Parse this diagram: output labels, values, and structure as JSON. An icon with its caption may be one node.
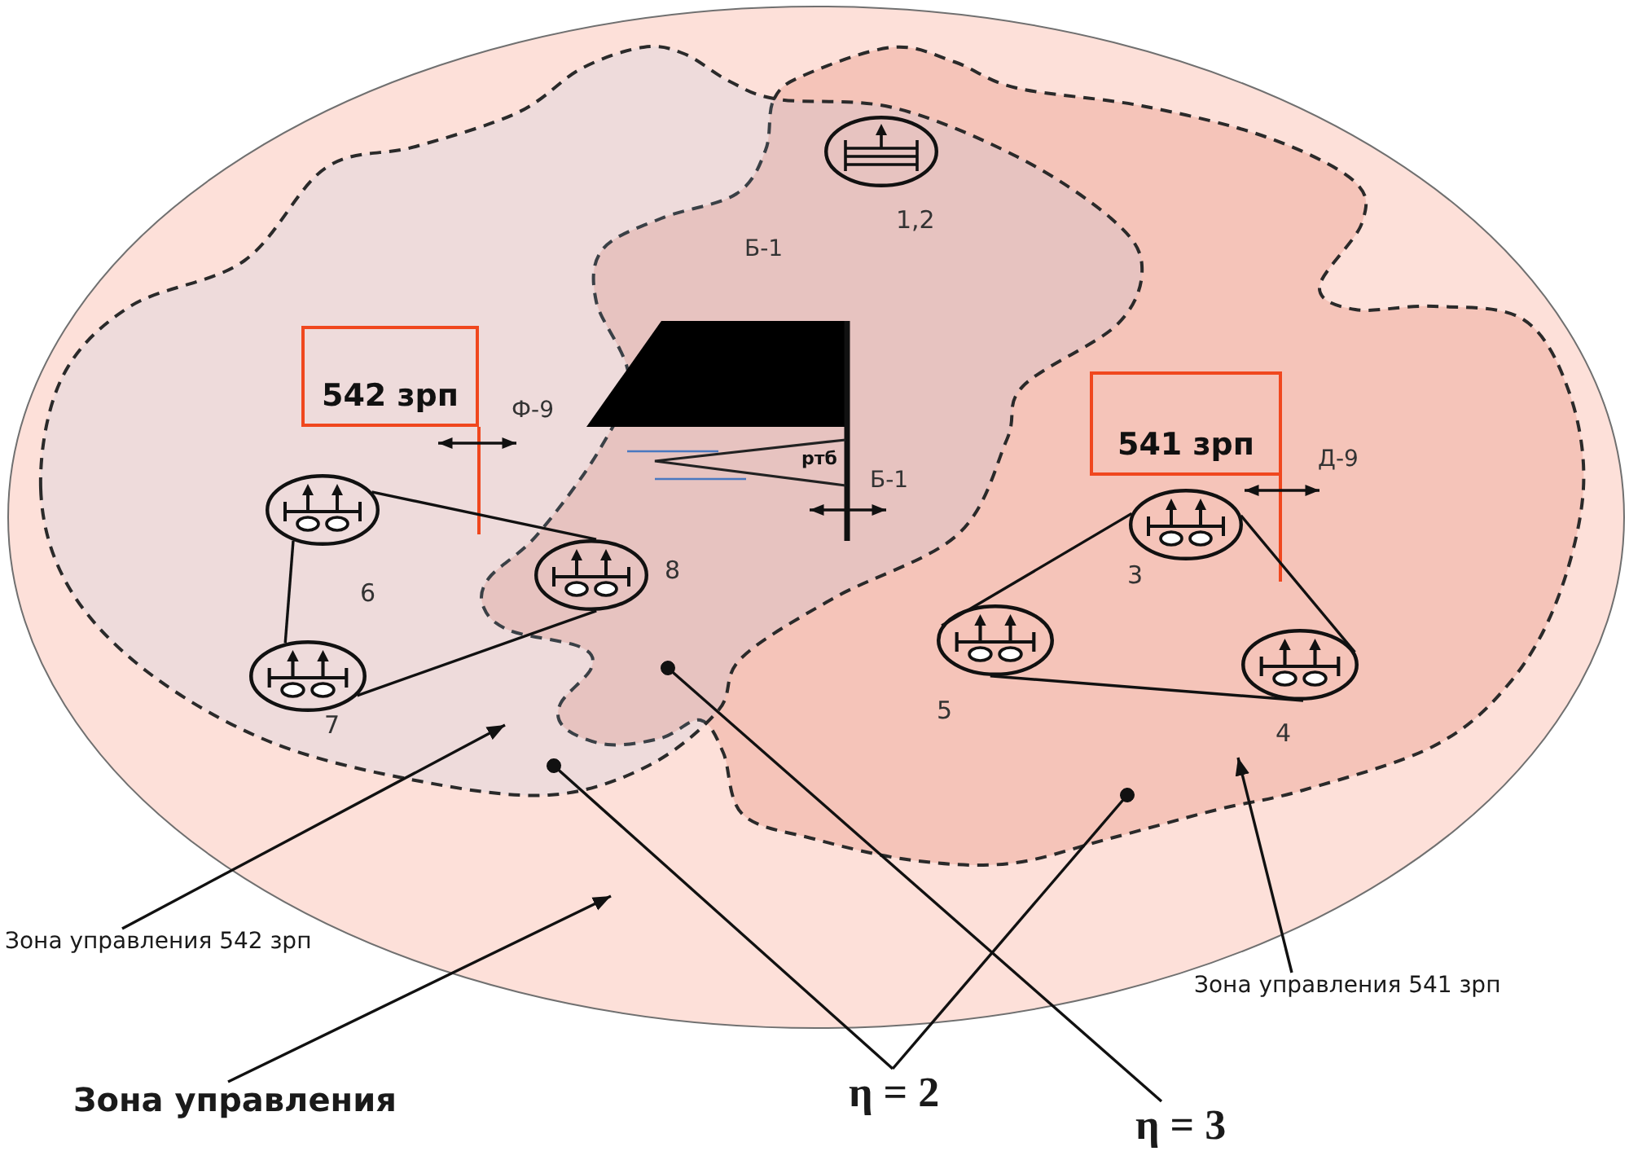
{
  "diagram": {
    "nodes": [
      {
        "text": [],
        "shape": "ellipse"
      },
      {
        "text": [],
        "shape": "region",
        "in": 0
      },
      {
        "text": [],
        "shape": "region",
        "in": 0
      },
      {
        "text": [],
        "shape": "picture",
        "beside": [
          "1,2"
        ]
      },
      {
        "text": [
          "542 зрп"
        ],
        "in": 1
      },
      {
        "text": [
          "ртб"
        ]
      },
      {
        "text": [
          "541 зрп"
        ],
        "in": 2
      },
      {
        "text": [],
        "shape": "picture",
        "beside": [
          "6"
        ],
        "in": 1
      },
      {
        "text": [],
        "shape": "picture",
        "beside": [
          "3"
        ],
        "in": 2
      },
      {
        "text": [],
        "shape": "picture",
        "beside": [
          "8"
        ]
      },
      {
        "text": [],
        "shape": "picture",
        "beside": [
          "5"
        ],
        "in": 2
      },
      {
        "text": [],
        "shape": "picture",
        "beside": [
          "4"
        ],
        "in": 2
      },
      {
        "text": [],
        "shape": "picture",
        "beside": [
          "7"
        ],
        "in": 1
      },
      {
        "text": [
          "Зона управления 542 зрп"
        ]
      },
      {
        "text": [
          "Зона управления 541 зрп"
        ]
      },
      {
        "text": [
          "Зона управления"
        ]
      },
      {
        "text": [
          "η = 2"
        ]
      },
      {
        "text": [
          "η = 3"
        ]
      }
    ],
    "edges": [
      {
        "from": 7,
        "to": 9,
        "arrow": "none"
      },
      {
        "from": 7,
        "to": 12,
        "arrow": "none"
      },
      {
        "from": 12,
        "to": 9,
        "arrow": "none"
      },
      {
        "from": 8,
        "to": 10,
        "arrow": "none"
      },
      {
        "from": 8,
        "to": 11,
        "arrow": "none"
      },
      {
        "from": 10,
        "to": 11,
        "arrow": "none"
      },
      {
        "from": 13,
        "to": 1,
        "arrow": "to"
      },
      {
        "from": 15,
        "to": 0,
        "arrow": "to"
      },
      {
        "from": 14,
        "to": 2,
        "arrow": "to"
      },
      {
        "from": 16,
        "to": 1,
        "arrow": "other"
      },
      {
        "from": 16,
        "to": 2,
        "arrow": "other"
      },
      {
        "from": 17,
        "to": null,
        "arrow": "other"
      }
    ],
    "labels": [
      "Б-1",
      "Ф-9",
      "Д-9",
      "Б-1"
    ]
  }
}
